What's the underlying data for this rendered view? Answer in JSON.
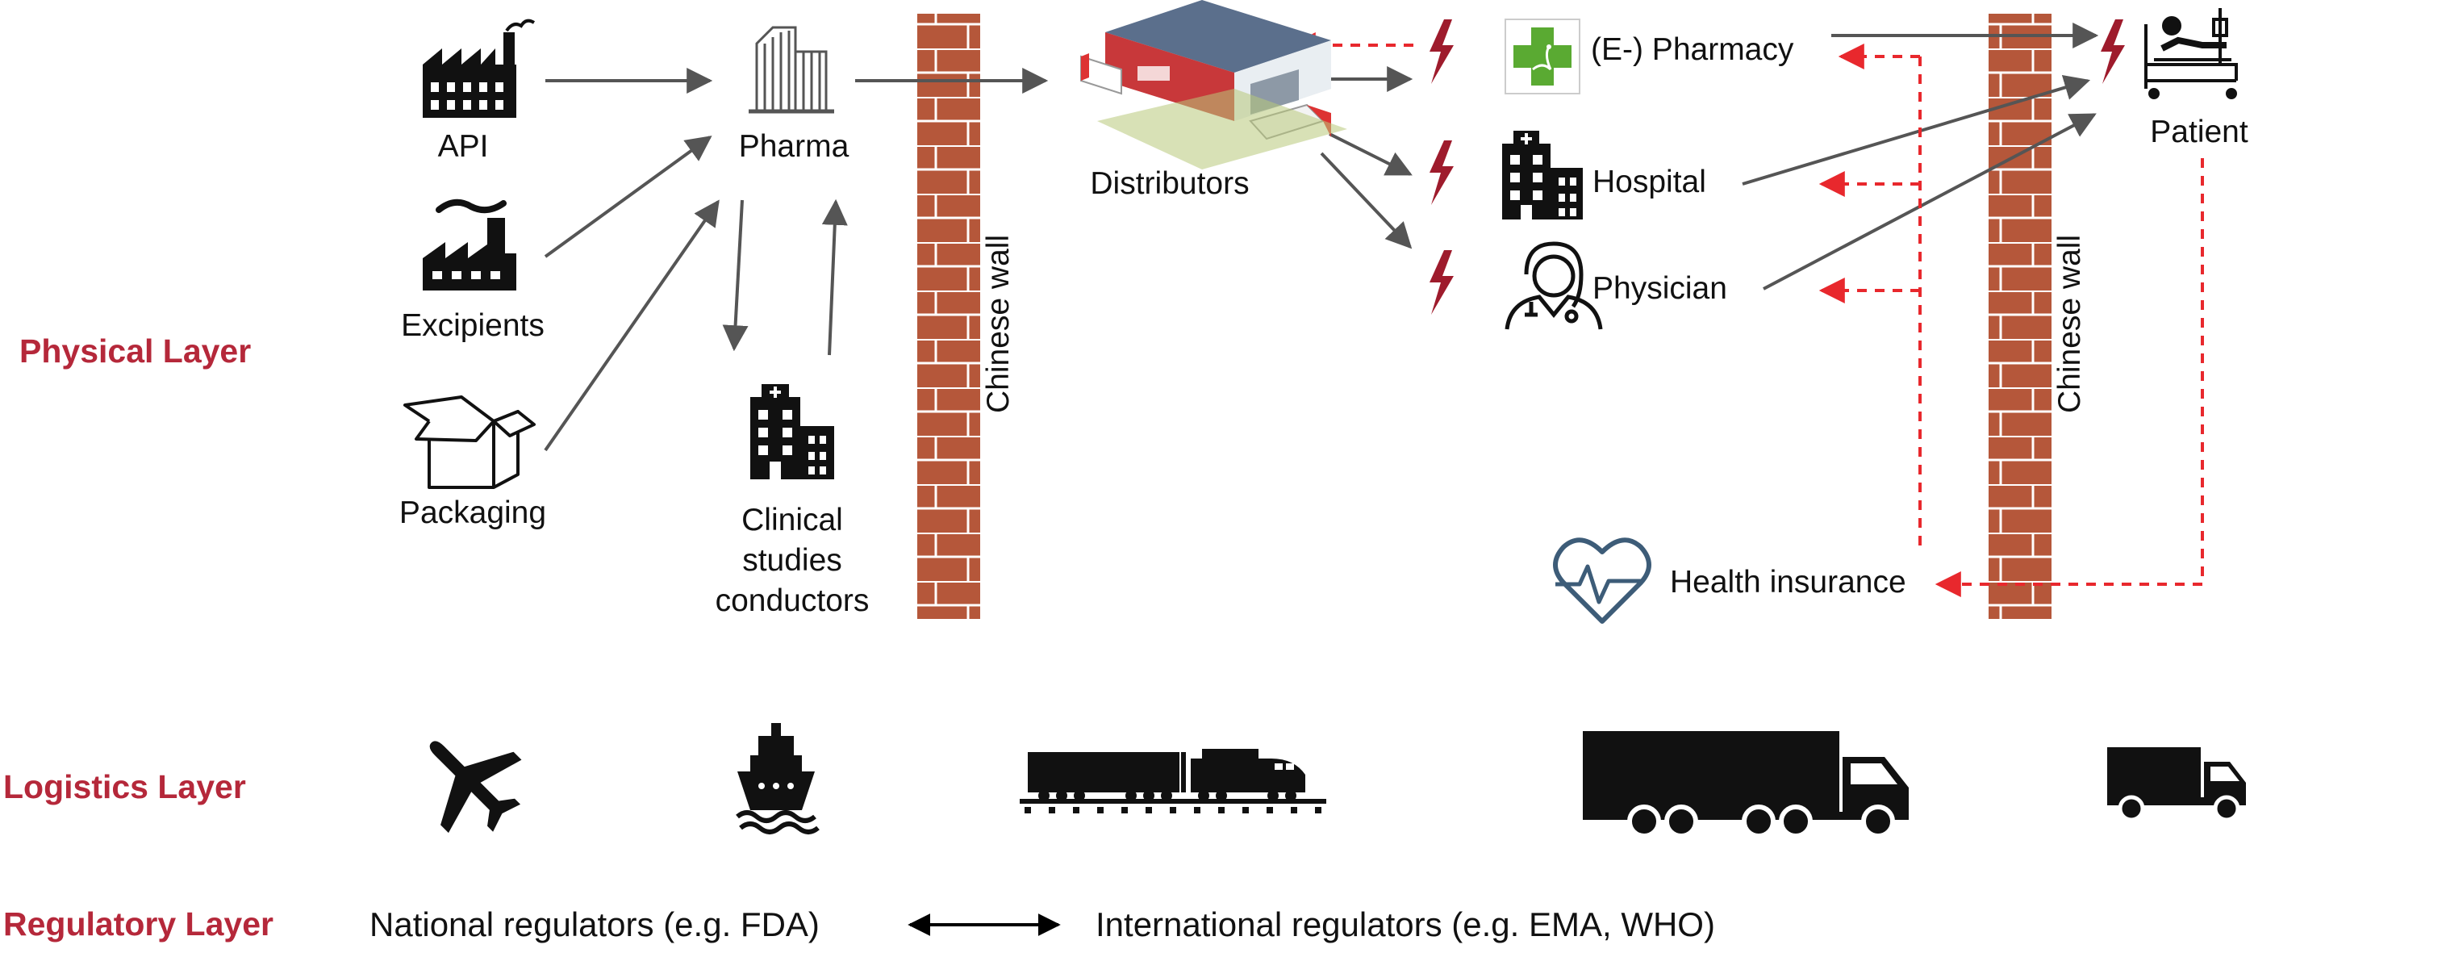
{
  "layers": {
    "physical": "Physical Layer",
    "logistics": "Logistics Layer",
    "regulatory": "Regulatory Layer"
  },
  "nodes": {
    "api": "API",
    "excipients": "Excipients",
    "packaging": "Packaging",
    "pharma": "Pharma",
    "clinical": "Clinical\nstudies\nconductors",
    "distributors": "Distributors",
    "pharmacy": "(E-) Pharmacy",
    "hospital": "Hospital",
    "physician": "Physician",
    "patient": "Patient",
    "health_insurance": "Health insurance"
  },
  "walls": {
    "left": "Chinese wall",
    "right": "Chinese wall"
  },
  "regulators": {
    "national": "National regulators (e.g. FDA)",
    "international": "International regulators (e.g. EMA, WHO)"
  },
  "icons": {
    "api": "factory-icon",
    "excipients": "factory-smoke-icon",
    "packaging": "open-box-icon",
    "pharma": "office-building-icon",
    "clinical": "hospital-building-icon",
    "distributors": "warehouse-icon",
    "pharmacy": "pharmacy-cross-icon",
    "hospital": "hospital-building-icon",
    "physician": "doctor-icon",
    "patient": "patient-bed-icon",
    "health_insurance": "heart-pulse-icon",
    "logistics": [
      "airplane-icon",
      "ship-icon",
      "train-icon",
      "large-truck-icon",
      "small-truck-icon"
    ],
    "disruption": "lightning-icon"
  },
  "colors": {
    "layer_label": "#b5283a",
    "brick": "#b5573a",
    "mortar": "#ffffff",
    "flow_arrow": "#555555",
    "money_arrow": "#e8282d",
    "lightning": "#9e1b2c"
  }
}
